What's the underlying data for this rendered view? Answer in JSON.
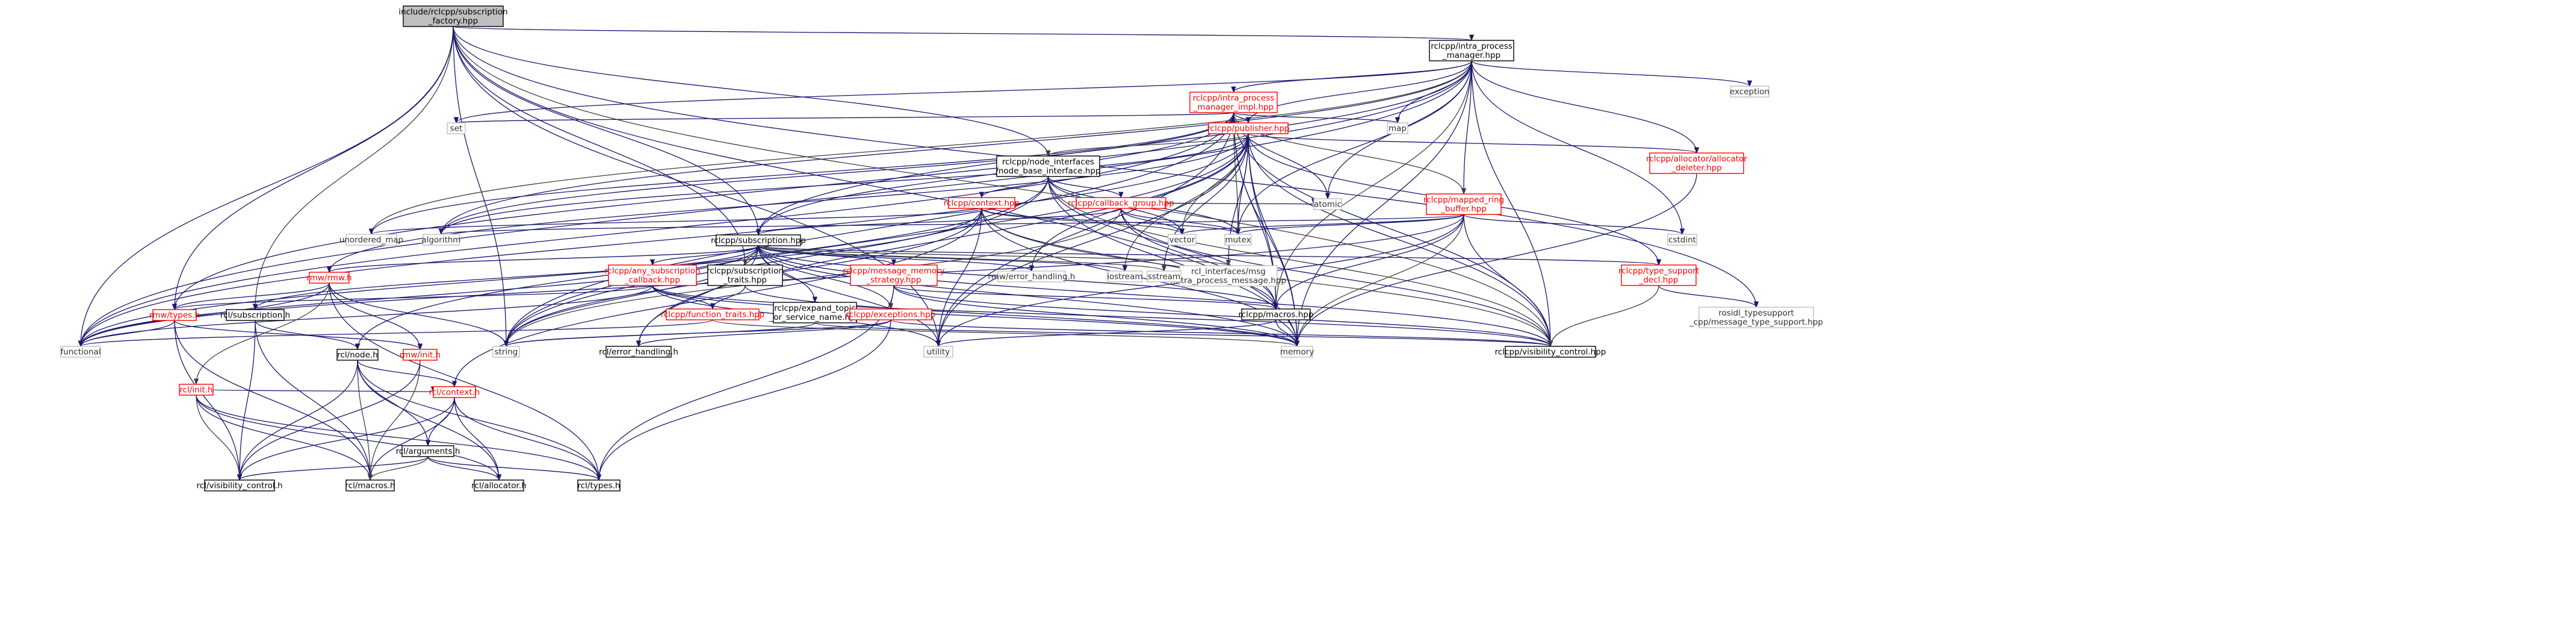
{
  "colors": {
    "root_fill": "#bfbfbf",
    "node_fill": "#ffffff",
    "node_border_black": "#000000",
    "node_border_red": "#ff0000",
    "node_border_grey": "#bfbfbf",
    "label_black": "#000000",
    "label_red": "#ff0000",
    "label_grey": "#303030",
    "edge_main": "#191970",
    "edge_alt": "#404040"
  },
  "nodes": [
    {
      "id": "root",
      "label": [
        "include/rclcpp/subscription",
        "_factory.hpp"
      ],
      "style": "root"
    },
    {
      "id": "intra",
      "label": [
        "rclcpp/intra_process",
        "_manager.hpp"
      ],
      "style": "black"
    },
    {
      "id": "intra_impl",
      "label": [
        "rclcpp/intra_process",
        "_manager_impl.hpp"
      ],
      "style": "red"
    },
    {
      "id": "publisher",
      "label": [
        "rclcpp/publisher.hpp"
      ],
      "style": "red"
    },
    {
      "id": "nbi",
      "label": [
        "rclcpp/node_interfaces",
        "/node_base_interface.hpp"
      ],
      "style": "black"
    },
    {
      "id": "context",
      "label": [
        "rclcpp/context.hpp"
      ],
      "style": "red"
    },
    {
      "id": "cbgroup",
      "label": [
        "rclcpp/callback_group.hpp"
      ],
      "style": "red"
    },
    {
      "id": "mapped_ring",
      "label": [
        "rclcpp/mapped_ring",
        "_buffer.hpp"
      ],
      "style": "red"
    },
    {
      "id": "allocator_deleter",
      "label": [
        "rclcpp/allocator/allocator",
        "_deleter.hpp"
      ],
      "style": "red"
    },
    {
      "id": "subscription",
      "label": [
        "rclcpp/subscription.hpp"
      ],
      "style": "black"
    },
    {
      "id": "any_cb",
      "label": [
        "rclcpp/any_subscription",
        "_callback.hpp"
      ],
      "style": "red"
    },
    {
      "id": "sub_traits",
      "label": [
        "rclcpp/subscription",
        "_traits.hpp"
      ],
      "style": "black"
    },
    {
      "id": "func_traits",
      "label": [
        "rclcpp/function_traits.hpp"
      ],
      "style": "red"
    },
    {
      "id": "expand_topic",
      "label": [
        "rclcpp/expand_topic",
        "_or_service_name.hpp"
      ],
      "style": "black"
    },
    {
      "id": "exceptions",
      "label": [
        "rclcpp/exceptions.hpp"
      ],
      "style": "red"
    },
    {
      "id": "msg_mem",
      "label": [
        "rclcpp/message_memory",
        "_strategy.hpp"
      ],
      "style": "red"
    },
    {
      "id": "macros_hpp",
      "label": [
        "rclcpp/macros.hpp"
      ],
      "style": "black"
    },
    {
      "id": "type_support",
      "label": [
        "rclcpp/type_support",
        "_decl.hpp"
      ],
      "style": "red"
    },
    {
      "id": "rosidl",
      "label": [
        "rosidl_typesupport",
        "_cpp/message_type_support.hpp"
      ],
      "style": "grey"
    },
    {
      "id": "vis_hpp",
      "label": [
        "rclcpp/visibility_control.hpp"
      ],
      "style": "black"
    },
    {
      "id": "rcl_intra_msg",
      "label": [
        "rcl_interfaces/msg",
        "/intra_process_message.hpp"
      ],
      "style": "grey"
    },
    {
      "id": "rmw_err",
      "label": [
        "rmw/error_handling.h"
      ],
      "style": "grey"
    },
    {
      "id": "rmw_rmw",
      "label": [
        "rmw/rmw.h"
      ],
      "style": "red"
    },
    {
      "id": "rmw_types",
      "label": [
        "rmw/types.h"
      ],
      "style": "red"
    },
    {
      "id": "rmw_init",
      "label": [
        "rmw/init.h"
      ],
      "style": "red"
    },
    {
      "id": "rcl_sub",
      "label": [
        "rcl/subscription.h"
      ],
      "style": "black"
    },
    {
      "id": "rcl_node",
      "label": [
        "rcl/node.h"
      ],
      "style": "black"
    },
    {
      "id": "rcl_init",
      "label": [
        "rcl/init.h"
      ],
      "style": "red"
    },
    {
      "id": "rcl_context",
      "label": [
        "rcl/context.h"
      ],
      "style": "red"
    },
    {
      "id": "rcl_args",
      "label": [
        "rcl/arguments.h"
      ],
      "style": "black"
    },
    {
      "id": "rcl_vis",
      "label": [
        "rcl/visibility_control.h"
      ],
      "style": "black"
    },
    {
      "id": "rcl_macros",
      "label": [
        "rcl/macros.h"
      ],
      "style": "black"
    },
    {
      "id": "rcl_alloc",
      "label": [
        "rcl/allocator.h"
      ],
      "style": "black"
    },
    {
      "id": "rcl_types",
      "label": [
        "rcl/types.h"
      ],
      "style": "black"
    },
    {
      "id": "rcl_errh",
      "label": [
        "rcl/error_handling.h"
      ],
      "style": "black"
    },
    {
      "id": "functional",
      "label": [
        "functional"
      ],
      "style": "grey"
    },
    {
      "id": "string",
      "label": [
        "string"
      ],
      "style": "grey"
    },
    {
      "id": "utility",
      "label": [
        "utility"
      ],
      "style": "grey"
    },
    {
      "id": "memory",
      "label": [
        "memory"
      ],
      "style": "grey"
    },
    {
      "id": "set",
      "label": [
        "set"
      ],
      "style": "grey"
    },
    {
      "id": "map",
      "label": [
        "map"
      ],
      "style": "grey"
    },
    {
      "id": "exception",
      "label": [
        "exception"
      ],
      "style": "grey"
    },
    {
      "id": "unordered_map",
      "label": [
        "unordered_map"
      ],
      "style": "grey"
    },
    {
      "id": "algorithm",
      "label": [
        "algorithm"
      ],
      "style": "grey"
    },
    {
      "id": "vector",
      "label": [
        "vector"
      ],
      "style": "grey"
    },
    {
      "id": "mutex",
      "label": [
        "mutex"
      ],
      "style": "grey"
    },
    {
      "id": "atomic",
      "label": [
        "atomic"
      ],
      "style": "grey"
    },
    {
      "id": "cstdint",
      "label": [
        "cstdint"
      ],
      "style": "grey"
    },
    {
      "id": "iostream",
      "label": [
        "iostream"
      ],
      "style": "grey"
    },
    {
      "id": "sstream",
      "label": [
        "sstream"
      ],
      "style": "grey"
    }
  ],
  "edges": [
    [
      "root",
      "intra"
    ],
    [
      "root",
      "functional"
    ],
    [
      "root",
      "memory"
    ],
    [
      "root",
      "rcl_sub"
    ],
    [
      "root",
      "rmw_types"
    ],
    [
      "root",
      "string"
    ],
    [
      "root",
      "utility"
    ],
    [
      "root",
      "subscription"
    ],
    [
      "root",
      "nbi"
    ],
    [
      "root",
      "sub_traits"
    ],
    [
      "root",
      "vis_hpp"
    ],
    [
      "root",
      "rosidl"
    ],
    [
      "intra",
      "intra_impl"
    ],
    [
      "intra",
      "publisher"
    ],
    [
      "intra",
      "mapped_ring"
    ],
    [
      "intra",
      "allocator_deleter"
    ],
    [
      "intra",
      "subscription"
    ],
    [
      "intra",
      "macros_hpp"
    ],
    [
      "intra",
      "vis_hpp"
    ],
    [
      "intra",
      "memory"
    ],
    [
      "intra",
      "set"
    ],
    [
      "intra",
      "map"
    ],
    [
      "intra",
      "exception"
    ],
    [
      "intra",
      "algorithm"
    ],
    [
      "intra",
      "unordered_map"
    ],
    [
      "intra",
      "atomic"
    ],
    [
      "intra",
      "cstdint"
    ],
    [
      "intra",
      "mutex"
    ],
    [
      "intra",
      "rmw_types"
    ],
    [
      "intra",
      "functional"
    ],
    [
      "intra_impl",
      "publisher"
    ],
    [
      "intra_impl",
      "mapped_ring"
    ],
    [
      "intra_impl",
      "subscription"
    ],
    [
      "intra_impl",
      "macros_hpp"
    ],
    [
      "intra_impl",
      "memory"
    ],
    [
      "intra_impl",
      "set"
    ],
    [
      "intra_impl",
      "map"
    ],
    [
      "intra_impl",
      "atomic"
    ],
    [
      "intra_impl",
      "mutex"
    ],
    [
      "intra_impl",
      "unordered_map"
    ],
    [
      "intra_impl",
      "algorithm"
    ],
    [
      "intra_impl",
      "utility"
    ],
    [
      "intra_impl",
      "string"
    ],
    [
      "intra_impl",
      "functional"
    ],
    [
      "intra_impl",
      "vis_hpp"
    ],
    [
      "publisher",
      "nbi"
    ],
    [
      "publisher",
      "allocator_deleter"
    ],
    [
      "publisher",
      "type_support"
    ],
    [
      "publisher",
      "macros_hpp"
    ],
    [
      "publisher",
      "vis_hpp"
    ],
    [
      "publisher",
      "memory"
    ],
    [
      "publisher",
      "sstream"
    ],
    [
      "publisher",
      "iostream"
    ],
    [
      "publisher",
      "string"
    ],
    [
      "publisher",
      "rmw_err"
    ],
    [
      "publisher",
      "rcl_errh"
    ],
    [
      "publisher",
      "rmw_rmw"
    ],
    [
      "publisher",
      "rcl_intra_msg"
    ],
    [
      "publisher",
      "algorithm"
    ],
    [
      "publisher",
      "vector"
    ],
    [
      "publisher",
      "mutex"
    ],
    [
      "publisher",
      "functional"
    ],
    [
      "publisher",
      "utility"
    ],
    [
      "nbi",
      "context"
    ],
    [
      "nbi",
      "cbgroup"
    ],
    [
      "nbi",
      "macros_hpp"
    ],
    [
      "nbi",
      "vis_hpp"
    ],
    [
      "nbi",
      "memory"
    ],
    [
      "nbi",
      "mutex"
    ],
    [
      "nbi",
      "vector"
    ],
    [
      "nbi",
      "string"
    ],
    [
      "nbi",
      "rcl_node"
    ],
    [
      "context",
      "unordered_map"
    ],
    [
      "context",
      "vector"
    ],
    [
      "context",
      "mutex"
    ],
    [
      "context",
      "memory"
    ],
    [
      "context",
      "string"
    ],
    [
      "context",
      "utility"
    ],
    [
      "context",
      "functional"
    ],
    [
      "context",
      "macros_hpp"
    ],
    [
      "context",
      "vis_hpp"
    ],
    [
      "context",
      "rcl_context"
    ],
    [
      "context",
      "typeindex_placeholder"
    ],
    [
      "cbgroup",
      "subscription"
    ],
    [
      "cbgroup",
      "atomic"
    ],
    [
      "cbgroup",
      "mutex"
    ],
    [
      "cbgroup",
      "vector"
    ],
    [
      "cbgroup",
      "string"
    ],
    [
      "cbgroup",
      "macros_hpp"
    ],
    [
      "cbgroup",
      "vis_hpp"
    ],
    [
      "mapped_ring",
      "macros_hpp"
    ],
    [
      "mapped_ring",
      "vis_hpp"
    ],
    [
      "mapped_ring",
      "mutex"
    ],
    [
      "mapped_ring",
      "vector"
    ],
    [
      "mapped_ring",
      "memory"
    ],
    [
      "mapped_ring",
      "utility"
    ],
    [
      "mapped_ring",
      "cstdint"
    ],
    [
      "mapped_ring",
      "algorithm"
    ],
    [
      "mapped_ring",
      "functional"
    ],
    [
      "allocator_deleter",
      "memory"
    ],
    [
      "subscription",
      "any_cb"
    ],
    [
      "subscription",
      "sub_traits"
    ],
    [
      "subscription",
      "expand_topic"
    ],
    [
      "subscription",
      "exceptions"
    ],
    [
      "subscription",
      "msg_mem"
    ],
    [
      "subscription",
      "macros_hpp"
    ],
    [
      "subscription",
      "type_support"
    ],
    [
      "subscription",
      "vis_hpp"
    ],
    [
      "subscription",
      "rcl_intra_msg"
    ],
    [
      "subscription",
      "rmw_err"
    ],
    [
      "subscription",
      "rmw_rmw"
    ],
    [
      "subscription",
      "rcl_sub"
    ],
    [
      "subscription",
      "rcl_errh"
    ],
    [
      "subscription",
      "functional"
    ],
    [
      "subscription",
      "iostream"
    ],
    [
      "subscription",
      "sstream"
    ],
    [
      "subscription",
      "memory"
    ],
    [
      "subscription",
      "string"
    ],
    [
      "subscription",
      "utility"
    ],
    [
      "any_cb",
      "func_traits"
    ],
    [
      "any_cb",
      "functional"
    ],
    [
      "any_cb",
      "memory"
    ],
    [
      "any_cb",
      "stdexcept_placeholder"
    ],
    [
      "any_cb",
      "utility"
    ],
    [
      "any_cb",
      "rmw_types"
    ],
    [
      "any_cb",
      "vis_hpp"
    ],
    [
      "sub_traits",
      "func_traits"
    ],
    [
      "sub_traits",
      "memory"
    ],
    [
      "func_traits",
      "functional"
    ],
    [
      "func_traits",
      "memory"
    ],
    [
      "expand_topic",
      "string"
    ],
    [
      "expand_topic",
      "vis_hpp"
    ],
    [
      "exceptions",
      "rcl_errh"
    ],
    [
      "exceptions",
      "rcl_types"
    ],
    [
      "exceptions",
      "vis_hpp"
    ],
    [
      "exceptions",
      "string"
    ],
    [
      "msg_mem",
      "exceptions"
    ],
    [
      "msg_mem",
      "macros_hpp"
    ],
    [
      "msg_mem",
      "vis_hpp"
    ],
    [
      "msg_mem",
      "memory"
    ],
    [
      "msg_mem",
      "rcl_types"
    ],
    [
      "macros_hpp",
      "memory"
    ],
    [
      "macros_hpp",
      "utility"
    ],
    [
      "type_support",
      "vis_hpp"
    ],
    [
      "type_support",
      "rosidl"
    ],
    [
      "rmw_rmw",
      "rmw_types"
    ],
    [
      "rmw_rmw",
      "rmw_init"
    ],
    [
      "rmw_rmw",
      "rcl_macros_rmw"
    ],
    [
      "rmw_rmw",
      "functional"
    ],
    [
      "rmw_rmw",
      "string"
    ],
    [
      "rmw_rmw",
      "rcl_init"
    ],
    [
      "rmw_rmw",
      "rcl_types"
    ],
    [
      "rmw_types",
      "rmw_init"
    ],
    [
      "rmw_types",
      "rcl_vis"
    ],
    [
      "rmw_types",
      "rcl_macros"
    ],
    [
      "rmw_types",
      "functional"
    ],
    [
      "rmw_init",
      "rcl_vis"
    ],
    [
      "rmw_init",
      "rcl_macros"
    ],
    [
      "rcl_sub",
      "rcl_node"
    ],
    [
      "rcl_sub",
      "rcl_vis"
    ],
    [
      "rcl_sub",
      "rcl_macros"
    ],
    [
      "rcl_node",
      "rcl_context"
    ],
    [
      "rcl_node",
      "rcl_args"
    ],
    [
      "rcl_node",
      "rcl_alloc"
    ],
    [
      "rcl_node",
      "rcl_macros"
    ],
    [
      "rcl_node",
      "rcl_types"
    ],
    [
      "rcl_node",
      "rcl_vis"
    ],
    [
      "rcl_init",
      "rcl_context"
    ],
    [
      "rcl_init",
      "rcl_alloc"
    ],
    [
      "rcl_init",
      "rcl_macros"
    ],
    [
      "rcl_init",
      "rcl_types"
    ],
    [
      "rcl_init",
      "rcl_vis"
    ],
    [
      "rcl_context",
      "rcl_args"
    ],
    [
      "rcl_context",
      "rcl_alloc"
    ],
    [
      "rcl_context",
      "rcl_macros"
    ],
    [
      "rcl_context",
      "rcl_types"
    ],
    [
      "rcl_context",
      "rcl_vis"
    ],
    [
      "rcl_args",
      "rcl_alloc"
    ],
    [
      "rcl_args",
      "rcl_macros"
    ],
    [
      "rcl_args",
      "rcl_types"
    ],
    [
      "rcl_args",
      "rcl_vis"
    ]
  ]
}
